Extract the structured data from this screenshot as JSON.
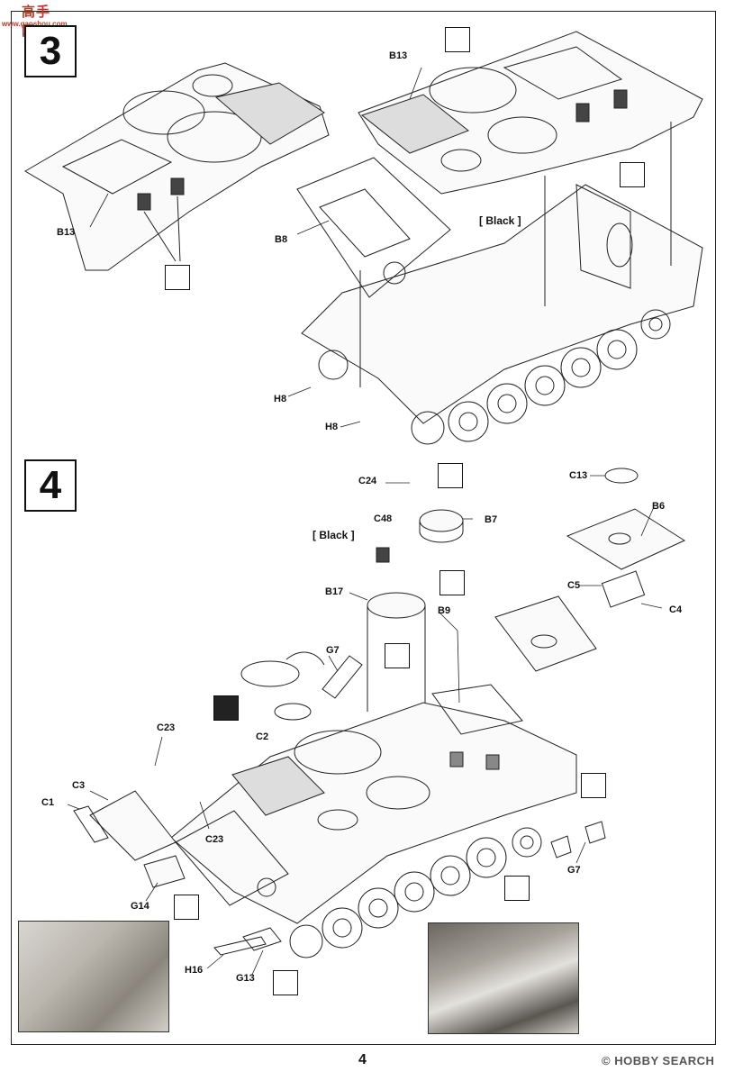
{
  "watermark": {
    "text": "高手网",
    "sub": "www.gaoshou.com"
  },
  "step3": {
    "number": "3",
    "labels": [
      "B13",
      "B13",
      "B8",
      "H8",
      "H8"
    ],
    "note_black": "[ Black ]"
  },
  "step4": {
    "number": "4",
    "labels": [
      "C24",
      "B7",
      "C13",
      "B6",
      "C48",
      "B17",
      "C5",
      "C4",
      "B9",
      "G7",
      "C2",
      "C23",
      "C3",
      "C1",
      "C23",
      "G14",
      "G7",
      "H16",
      "G13"
    ],
    "note_black": "[ Black ]"
  },
  "footer": {
    "page_number": "4",
    "site_logo": "HOBBY SEARCH",
    "site_logo_mark": "©"
  }
}
